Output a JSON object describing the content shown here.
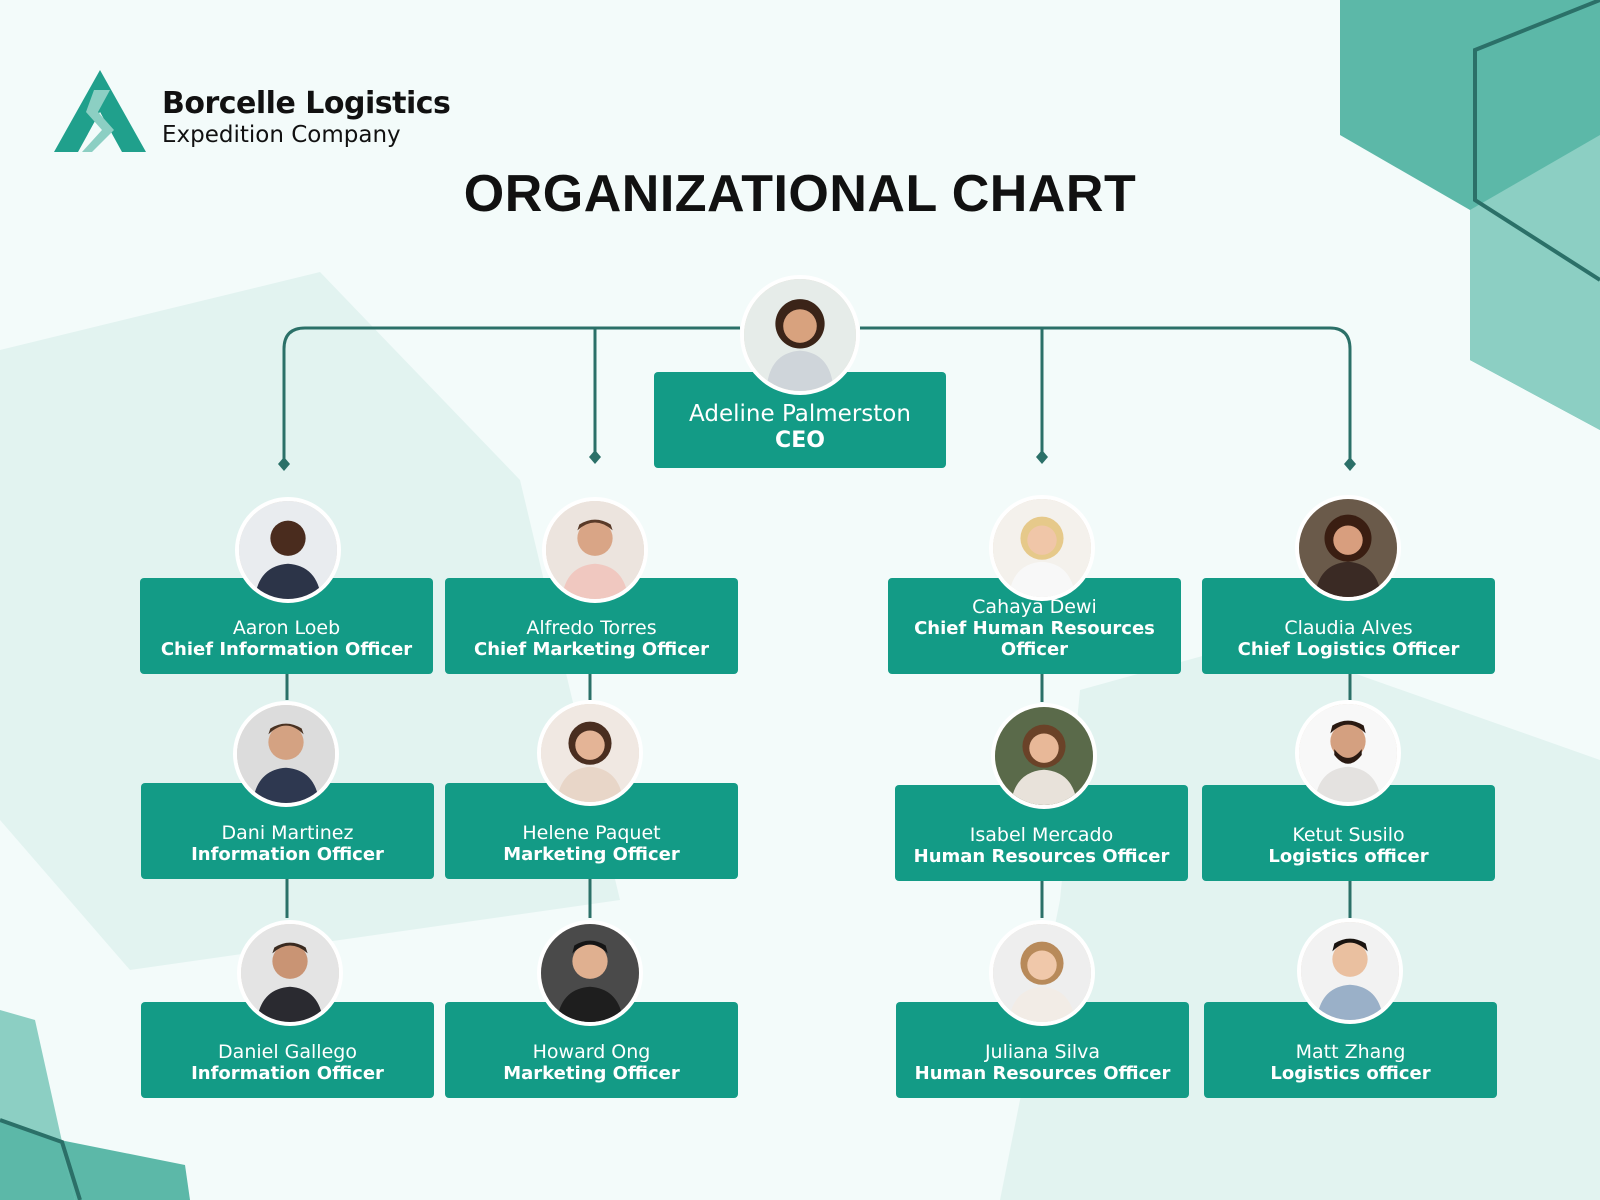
{
  "brand": {
    "name": "Borcelle Logistics",
    "tagline": "Expedition Company",
    "logo_icon": "triangle-s-logo",
    "color": "#20a08c"
  },
  "title": "ORGANIZATIONAL CHART",
  "colors": {
    "card": "#139b86",
    "connector": "#2b7068",
    "background": "#f3fbfa",
    "accent_shape": "#5cb8a8"
  },
  "ceo": {
    "name": "Adeline Palmerston",
    "role": "CEO"
  },
  "columns": [
    {
      "chief": {
        "name": "Aaron Loeb",
        "role": "Chief Information Officer"
      },
      "members": [
        {
          "name": "Dani Martinez",
          "role": "Information Officer"
        },
        {
          "name": "Daniel Gallego",
          "role": "Information Officer"
        }
      ]
    },
    {
      "chief": {
        "name": "Alfredo Torres",
        "role": "Chief Marketing Officer"
      },
      "members": [
        {
          "name": "Helene Paquet",
          "role": "Marketing Officer"
        },
        {
          "name": "Howard Ong",
          "role": "Marketing Officer"
        }
      ]
    },
    {
      "chief": {
        "name": "Cahaya Dewi",
        "role": "Chief Human Resources Officer"
      },
      "members": [
        {
          "name": "Isabel Mercado",
          "role": "Human Resources Officer"
        },
        {
          "name": "Juliana Silva",
          "role": "Human Resources Officer"
        }
      ]
    },
    {
      "chief": {
        "name": "Claudia Alves",
        "role": "Chief Logistics Officer"
      },
      "members": [
        {
          "name": "Ketut Susilo",
          "role": "Logistics officer"
        },
        {
          "name": "Matt Zhang",
          "role": "Logistics officer"
        }
      ]
    }
  ]
}
